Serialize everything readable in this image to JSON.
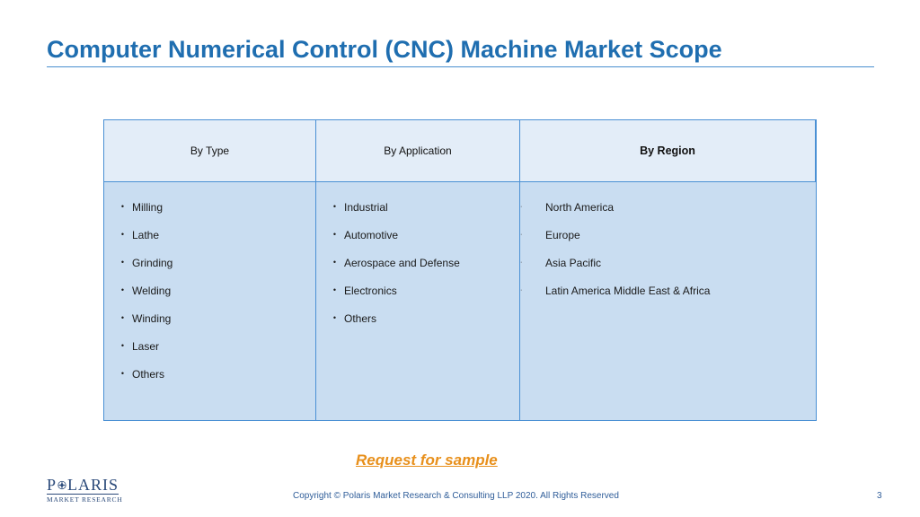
{
  "slide": {
    "title": "Computer Numerical Control (CNC) Machine Market Scope"
  },
  "table": {
    "columns": [
      {
        "header": "By Type",
        "items": [
          "Milling",
          "Lathe",
          "Grinding",
          "Welding",
          "Winding",
          "Laser",
          "Others"
        ]
      },
      {
        "header": "By Application",
        "items": [
          "Industrial",
          "Automotive",
          "Aerospace and Defense",
          "Electronics",
          "Others"
        ]
      },
      {
        "header": "By Region",
        "items": [
          "North America",
          "Europe",
          "Asia Pacific",
          "Latin America Middle East & Africa"
        ]
      }
    ],
    "bullet": "•",
    "region_bullet": "·"
  },
  "cta": {
    "label": "Request for sample"
  },
  "footer": {
    "logo_word_left": "P",
    "logo_word_right": "LARIS",
    "logo_subtitle": "MARKET RESEARCH",
    "copyright": "Copyright © Polaris Market Research & Consulting LLP 2020. All Rights Reserved",
    "page_number": "3"
  },
  "colors": {
    "title": "#1f6eb0",
    "header_bg": "#e3edf8",
    "body_bg": "#c9ddf1",
    "border": "#4a90d4",
    "cta": "#e8901c",
    "footer_text": "#2f5d99"
  }
}
